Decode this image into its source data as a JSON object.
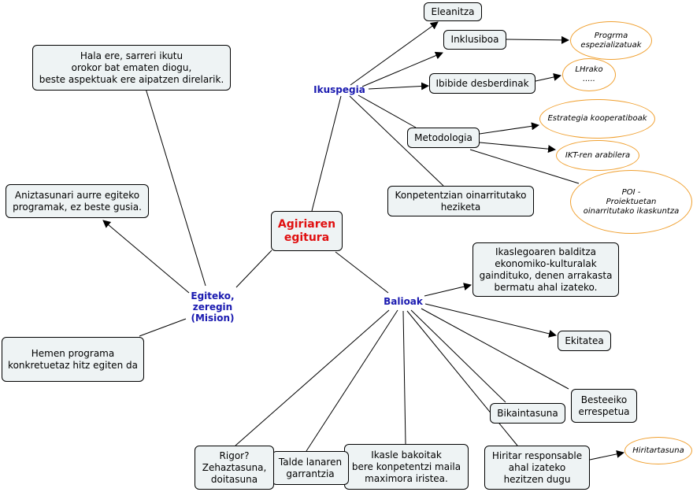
{
  "central": "Agiriaren\negitura",
  "ikuspegia": {
    "label": "Ikuspegia",
    "eleanitza": "Eleanitza",
    "inklusiboa": "Inklusiboa",
    "programa": "Progrma\nespezializatuak",
    "ibibide": "Ibibide desberdinak",
    "lhrako": "LHrako\n.....",
    "metodologia": "Metodologia",
    "estrategia": "Estrategia kooperatiboak",
    "ikt": "IKT-ren arabilera",
    "poi": "POI -\nProiektuetan\noinarritutako ikaskuntza",
    "konpetentzian": "Konpetentzian oinarritutako\nheziketa"
  },
  "balioak": {
    "label": "Balioak",
    "ikaslegoa": "Ikaslegoaren balditza\nekonomiko-kulturalak\ngaindituko, denen arrakasta\nbermatu ahal izateko.",
    "ekitatea": "Ekitatea",
    "besteeiko": "Besteeiko\nerrespetua",
    "bikaintasuna": "Bikaintasuna",
    "hiritar": "Hiritar responsable\nahal izateko\nhezitzen dugu",
    "hiritartasuna": "Hiritartasuna",
    "ikasle": "Ikasle bakoitak\nbere konpetentzi maila\nmaximora iristea.",
    "talde": "Talde lanaren\ngarrantzia",
    "rigor": "Rigor?\nZehaztasuna,\ndoitasuna"
  },
  "egiteko": {
    "label": "Egiteko,\nzeregin\n(Mision)",
    "hala": "Hala ere, sarreri ikutu\norokor bat ematen diogu,\nbeste aspektuak ere aipatzen direlarik.",
    "aniztasunari": "Aniztasunari aurre egiteko\nprogramak, ez beste gusia.",
    "hemen": "Hemen programa\nkonkretuetaz hitz egiten da"
  }
}
